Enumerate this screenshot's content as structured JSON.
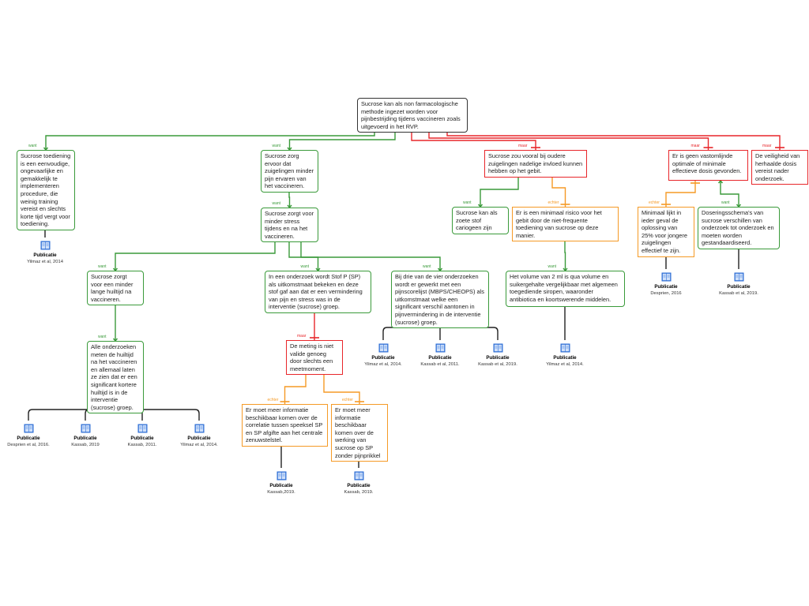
{
  "colors": {
    "want": "#3a9a3a",
    "maar": "#e8262a",
    "echter": "#f59a26",
    "claim": "#333333"
  },
  "nodes": {
    "root": {
      "relation": "",
      "text": "Sucrose kan als non farmacologische methode ingezet  worden voor pijnbestrijding tijdens vaccineren zoals uitgevoerd in het RVP.",
      "pubs": []
    },
    "a": {
      "relation": "want",
      "text": "Sucrose toediening is een eenvoudige, ongevaarlijke en gemakkelijk te implementeren procedure, die weinig training vereist en slechts korte tijd vergt voor toediening.",
      "pubs": [
        {
          "label": "Publicatie",
          "cite": "Yilmaz et al, 2014"
        }
      ]
    },
    "b": {
      "relation": "want",
      "text": "Sucrose zorg ervoor dat zuigelingen minder pijn ervaren van het vaccineren.",
      "pubs": []
    },
    "c": {
      "relation": "want",
      "text": "Sucrose zorgt voor minder stress tijdens en na het vaccineren.",
      "pubs": []
    },
    "d": {
      "relation": "want",
      "text": "Sucrose zorgt voor een minder lange huiltijd na vaccineren.",
      "pubs": []
    },
    "e": {
      "relation": "want",
      "text": "Alle onderzoeken meten de huiltijd na het vaccineren en allemaal laten ze zien dat er een significant kortere huiltijd is in de interventie (sucrose) groep.",
      "pubs": [
        {
          "label": "Publicatie",
          "cite": "Desprien et al, 2016."
        },
        {
          "label": "Publicatie",
          "cite": "Kassab, 2019"
        },
        {
          "label": "Publicatie",
          "cite": "Kassab, 2011."
        },
        {
          "label": "Publicatie",
          "cite": "Yilmaz et al, 2014."
        }
      ]
    },
    "f": {
      "relation": "want",
      "text": "In een onderzoek wordt Stof P (SP) als uitkomstmaat bekeken en deze stof gaf aan dat er een vermindering van pijn en stress was in de interventie (sucrose) groep.",
      "pubs": []
    },
    "g": {
      "relation": "maar",
      "text": "De meting is niet valide genoeg door slechts een meetmoment.",
      "pubs": []
    },
    "h": {
      "relation": "echter",
      "text": "Er moet meer informatie beschikbaar komen over de correlatie tussen speeksel SP en SP afgifte aan het centrale zenuwstelstel.",
      "pubs": [
        {
          "label": "Publicatie",
          "cite": "Kassab,2019."
        }
      ]
    },
    "i": {
      "relation": "echter",
      "text": "Er moet meer informatie beschikbaar komen over de werking van sucrose op SP zonder pijnprikkel",
      "pubs": [
        {
          "label": "Publicatie",
          "cite": "Kassab, 2019."
        }
      ]
    },
    "j": {
      "relation": "want",
      "text": "Bij drie van de vier onderzoeken wordt er gewerkt met een pijnscorelijst (MBPS/CHEOPS) als uitkomstmaat welke een significant verschil aantonen in pijnvermindering in de interventie (sucrose) groep.",
      "pubs": [
        {
          "label": "Publicatie",
          "cite": "Yilmaz et al, 2014."
        },
        {
          "label": "Publicatie",
          "cite": "Kassab et al, 2011."
        },
        {
          "label": "Publicatie",
          "cite": "Kassab et al, 2019."
        }
      ]
    },
    "k": {
      "relation": "want",
      "text": "Het volume van 2 ml is qua volume en suikergehalte vergelijkbaar met algemeen toegediende siropen, waaronder antibiotica en koortswerende middelen.",
      "pubs": [
        {
          "label": "Publicatie",
          "cite": "Yilmaz et al, 2014."
        }
      ]
    },
    "l": {
      "relation": "maar",
      "text": "Sucrose zou vooral bij oudere zuigelingen nadelige invloed kunnen hebben op het gebit.",
      "pubs": []
    },
    "m": {
      "relation": "want",
      "text": "Sucrose kan als zoete stof cariogeen zijn",
      "pubs": []
    },
    "n": {
      "relation": "echter",
      "text": "Er is een minimaal risico voor het gebit door de niet-frequente toediening van sucrose op deze manier.",
      "pubs": []
    },
    "o": {
      "relation": "maar",
      "text": "Er is geen vastomlijnde optimale of minimale effectieve dosis gevonden.",
      "pubs": []
    },
    "p": {
      "relation": "maar",
      "text": "De veiligheid van herhaalde dosis vereist nader onderzoek.",
      "pubs": []
    },
    "q": {
      "relation": "echter",
      "text": "Minimaal lijkt in ieder geval de oplossing van 25% voor jongere zuigelingen effectief te zijn.",
      "pubs": [
        {
          "label": "Publicatie",
          "cite": "Desprien, 2016"
        }
      ]
    },
    "r": {
      "relation": "want",
      "text": "Doseringsschema's van sucrose verschillen van onderzoek tot onderzoek en moeten worden gestandaardiseerd.",
      "pubs": [
        {
          "label": "Publicatie",
          "cite": "Kassab et al, 2019."
        }
      ]
    }
  }
}
